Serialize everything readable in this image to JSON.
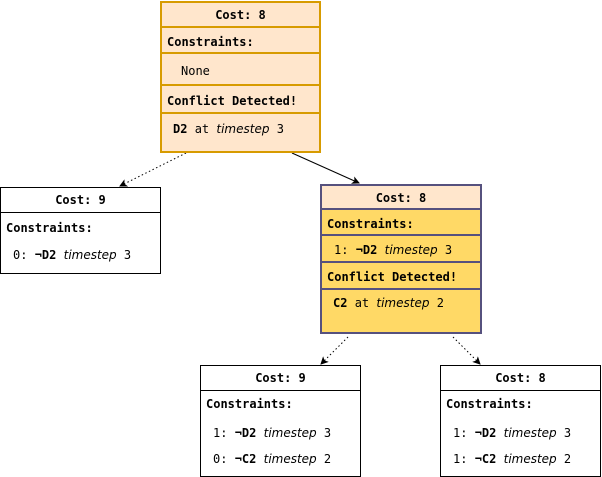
{
  "colors": {
    "root_fill": "#ffe6cc",
    "root_border": "#d79b00",
    "mid_fill": "#ffd966",
    "mid_header_fill": "#ffe6cc",
    "mid_border": "#56517e",
    "plain_border": "#000000"
  },
  "root": {
    "cost": "Cost: 8",
    "constraints_label": "Constraints:",
    "constraint_none": "None",
    "conflict_label": "Conflict Detected!",
    "conflict_agent": "D2",
    "conflict_at": "at",
    "conflict_ts_word": "timestep",
    "conflict_ts": "3"
  },
  "left": {
    "cost": "Cost: 9",
    "constraints_label": "Constraints:",
    "c1_prefix": "0:",
    "c1_agent": "¬D2",
    "c1_ts_word": "timestep",
    "c1_ts": "3"
  },
  "mid": {
    "cost": "Cost: 8",
    "constraints_label": "Constraints:",
    "c1_prefix": "1:",
    "c1_agent": "¬D2",
    "c1_ts_word": "timestep",
    "c1_ts": "3",
    "conflict_label": "Conflict Detected!",
    "conflict_agent": "C2",
    "conflict_at": "at",
    "conflict_ts_word": "timestep",
    "conflict_ts": "2"
  },
  "bl": {
    "cost": "Cost: 9",
    "constraints_label": "Constraints:",
    "c1_prefix": "1:",
    "c1_agent": "¬D2",
    "c1_ts_word": "timestep",
    "c1_ts": "3",
    "c2_prefix": "0:",
    "c2_agent": "¬C2",
    "c2_ts_word": "timestep",
    "c2_ts": "2"
  },
  "br": {
    "cost": "Cost: 8",
    "constraints_label": "Constraints:",
    "c1_prefix": "1:",
    "c1_agent": "¬D2",
    "c1_ts_word": "timestep",
    "c1_ts": "3",
    "c2_prefix": "1:",
    "c2_agent": "¬C2",
    "c2_ts_word": "timestep",
    "c2_ts": "2"
  }
}
